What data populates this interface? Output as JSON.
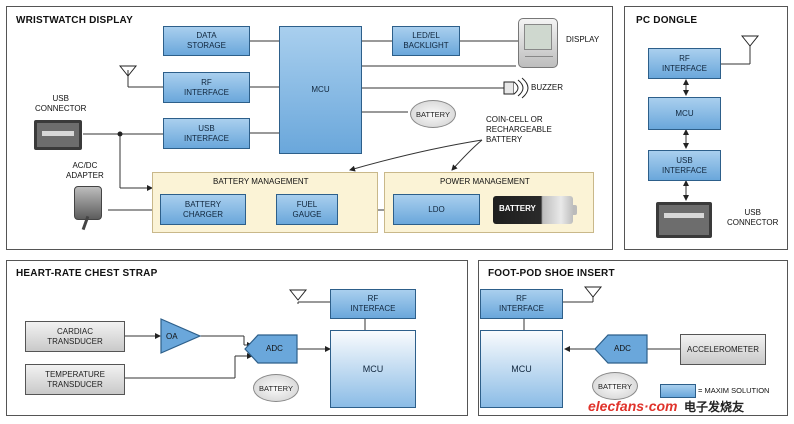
{
  "panels": {
    "wristwatch": {
      "title": "WRISTWATCH DISPLAY"
    },
    "pc_dongle": {
      "title": "PC DONGLE"
    },
    "chest_strap": {
      "title": "HEART-RATE CHEST STRAP"
    },
    "foot_pod": {
      "title": "FOOT-POD SHOE INSERT"
    }
  },
  "wristwatch": {
    "data_storage": "DATA\nSTORAGE",
    "rf_interface": "RF\nINTERFACE",
    "usb_interface": "USB\nINTERFACE",
    "mcu": "MCU",
    "led_backlight": "LED/EL\nBACKLIGHT",
    "display": "DISPLAY",
    "buzzer": "BUZZER",
    "battery": "BATTERY",
    "coin_cell": "COIN-CELL OR\nRECHARGEABLE\nBATTERY",
    "usb_connector": "USB\nCONNECTOR",
    "adapter": "AC/DC\nADAPTER",
    "battery_management": "BATTERY MANAGEMENT",
    "battery_charger": "BATTERY\nCHARGER",
    "fuel_gauge": "FUEL\nGAUGE",
    "power_management": "POWER MANAGEMENT",
    "ldo": "LDO",
    "battery_pack": "BATTERY"
  },
  "pc_dongle": {
    "rf_interface": "RF\nINTERFACE",
    "mcu": "MCU",
    "usb_interface": "USB\nINTERFACE",
    "usb_connector": "USB\nCONNECTOR"
  },
  "chest_strap": {
    "cardiac": "CARDIAC\nTRANSDUCER",
    "temperature": "TEMPERATURE\nTRANSDUCER",
    "oa": "OA",
    "adc": "ADC",
    "rf_interface": "RF\nINTERFACE",
    "mcu": "MCU",
    "battery": "BATTERY"
  },
  "foot_pod": {
    "rf_interface": "RF\nINTERFACE",
    "mcu": "MCU",
    "adc": "ADC",
    "accelerometer": "ACCELEROMETER",
    "battery": "BATTERY"
  },
  "legend": {
    "text": "= MAXIM SOLUTION"
  },
  "watermark": {
    "site": "elecfans·com",
    "chinese": "电子发烧友"
  },
  "colors": {
    "block_fill": "#6aa7db",
    "block_border": "#2d5f8a",
    "zone_fill": "#fbf3d6",
    "watermark_red": "#e0332b"
  }
}
